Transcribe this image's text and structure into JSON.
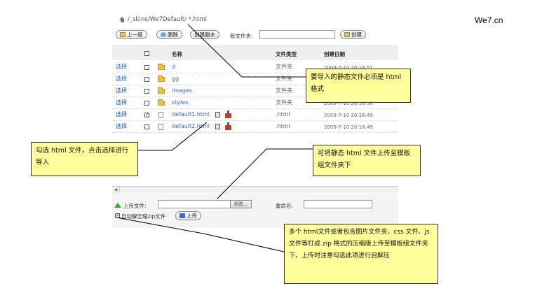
{
  "brand": "We7.cn",
  "path": "/_skins/We7Default/ *.html",
  "toolbar": {
    "up": "上一级",
    "delete": "删除",
    "copy": "创建副本",
    "new_file_label": "新文件夹:",
    "create": "创建"
  },
  "table": {
    "headers": {
      "name": "名称",
      "type": "文件类型",
      "date": "创建日期"
    },
    "rows": [
      {
        "select": "选择",
        "name": "d",
        "type": "文件夹",
        "date": "2009-7-10 20:16:51"
      },
      {
        "select": "选择",
        "name": "gg",
        "type": "文件夹",
        "date": ""
      },
      {
        "select": "选择",
        "name": "images",
        "type": "文件夹",
        "date": ""
      },
      {
        "select": "选择",
        "name": "styles",
        "type": "文件夹",
        "date": "2009-7-10 20:16:50"
      },
      {
        "select": "选择",
        "name": "default1.html",
        "type": ".html",
        "date": "2009-7-10 20:16:49"
      },
      {
        "select": "选择",
        "name": "default2.html",
        "type": ".html",
        "date": "2009-7-10 20:16:49"
      }
    ]
  },
  "upload": {
    "label": "上传文件:",
    "browse": "浏览...",
    "rename_label": "重命名:",
    "auto_unzip_label": "自动解压缩zip文件",
    "upload_btn": "上传"
  },
  "callouts": {
    "html_format": "要导入的静态文件必须是 html 格式",
    "select_import": "勾选 html 文件，点击选择进行导入",
    "upload_static": "可将静态 html 文件上传至模板组文件夹下",
    "zip_upload": "多个 html文件或者包含图片文件夹、css 文件、js 文件等打成 zip 格式的压缩版上传至模板组文件夹下，上传时注意勾选此项进行自解压"
  },
  "colors": {
    "callout_bg": "#ffff9c",
    "link": "#1f56a6",
    "header_bg": "#efefef"
  }
}
